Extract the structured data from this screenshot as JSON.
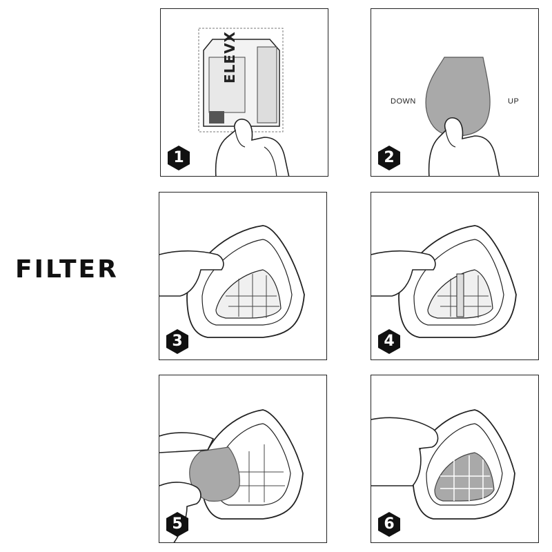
{
  "title": "FILTER",
  "steps": [
    {
      "number": "1",
      "package_brand": "ELEVX"
    },
    {
      "number": "2",
      "label_left": "DOWN",
      "label_right": "UP"
    },
    {
      "number": "3"
    },
    {
      "number": "4"
    },
    {
      "number": "5"
    },
    {
      "number": "6"
    }
  ],
  "colors": {
    "filter_gray": "#a9a9a9",
    "line": "#222222",
    "badge": "#111111"
  }
}
